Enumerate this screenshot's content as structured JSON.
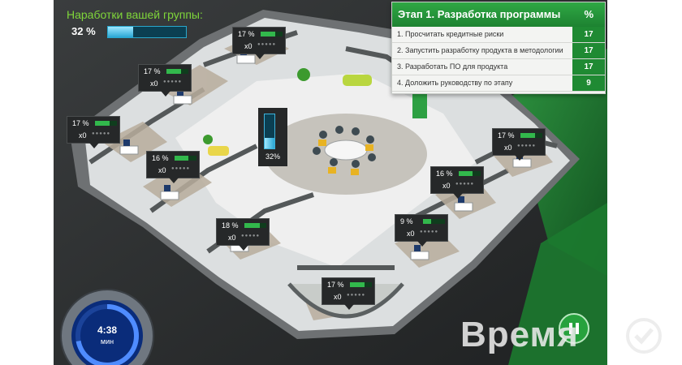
{
  "group": {
    "title": "Наработки вашей группы:",
    "percent_text": "32 %",
    "progress": 0.32
  },
  "stage": {
    "title": "Этап 1. Разработка программы",
    "pct_header": "%",
    "tasks": [
      {
        "label": "1. Просчитать кредитные риски",
        "value": "17"
      },
      {
        "label": "2. Запустить разработку продукта в методологии",
        "value": "17"
      },
      {
        "label": "3. Разработать ПО для продукта",
        "value": "17"
      },
      {
        "label": "4. Доложить руководству по этапу",
        "value": "9"
      }
    ]
  },
  "rooms": [
    {
      "pct": "17 %",
      "count": "x0",
      "dots": "●●●●●",
      "progress": 0.17
    },
    {
      "pct": "17 %",
      "count": "x0",
      "dots": "●●●●●",
      "progress": 0.17
    },
    {
      "pct": "17 %",
      "count": "x0",
      "dots": "●●●●●",
      "progress": 0.17
    },
    {
      "pct": "16 %",
      "count": "x0",
      "dots": "●●●●●",
      "progress": 0.16
    },
    {
      "pct": "17 %",
      "count": "x0",
      "dots": "●●●●●",
      "progress": 0.17
    },
    {
      "pct": "16 %",
      "count": "x0",
      "dots": "●●●●●",
      "progress": 0.16
    },
    {
      "pct": "18 %",
      "count": "x0",
      "dots": "●●●●●",
      "progress": 0.18
    },
    {
      "pct": "9 %",
      "count": "x0",
      "dots": "●●●●●",
      "progress": 0.09
    },
    {
      "pct": "17 %",
      "count": "x0",
      "dots": "●●●●●",
      "progress": 0.17
    }
  ],
  "center": {
    "label": "32%",
    "progress": 0.32
  },
  "timer": {
    "time": "4:38",
    "unit": "мин",
    "progress": 0.72
  },
  "controls": {
    "pause_icon": "pause-icon"
  },
  "watermark": {
    "text": "Время"
  },
  "colors": {
    "accent_green": "#27a23d",
    "progress_blue": "#2aa6d4",
    "background": "#2a2c2d"
  }
}
